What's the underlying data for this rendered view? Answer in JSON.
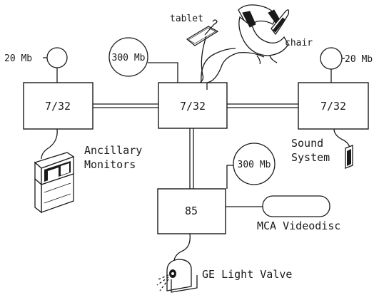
{
  "processors": {
    "left": "7/32",
    "center": "7/32",
    "right": "7/32",
    "graphics": "85"
  },
  "disks": {
    "left": "20 Mb",
    "center": "300 Mb",
    "right": "20 Mb",
    "graphics": "300 Mb"
  },
  "peripherals": {
    "tablet": "tablet",
    "chair": "chair",
    "ancillary_line1": "Ancillary",
    "ancillary_line2": "Monitors",
    "sound_line1": "Sound",
    "sound_line2": "System",
    "videodisc": "MCA Videodisc",
    "light_valve": "GE Light Valve"
  }
}
